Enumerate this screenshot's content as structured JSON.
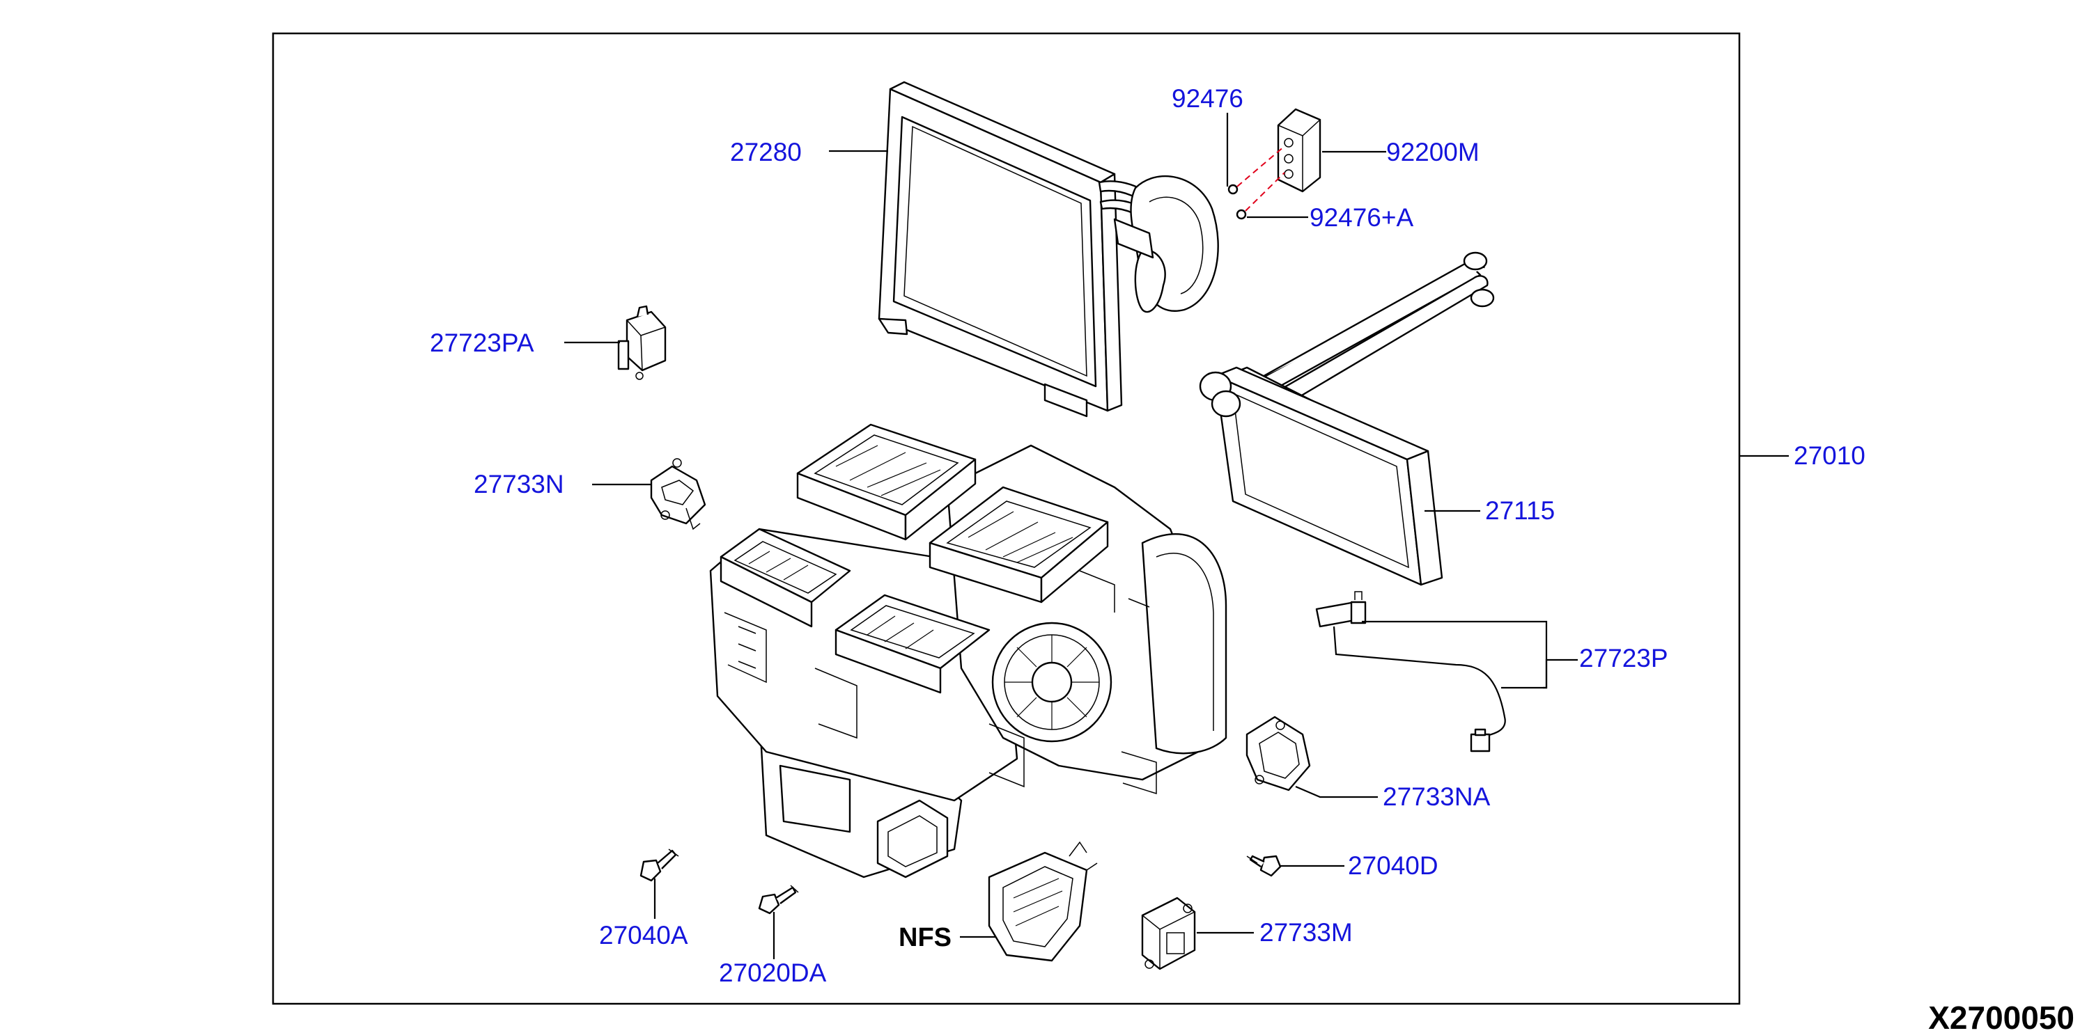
{
  "diagram": {
    "drawing_code": "X2700050",
    "parts": [
      {
        "key": "p27280",
        "label": "27280",
        "component": "evaporator-core"
      },
      {
        "key": "p92476",
        "label": "92476",
        "component": "o-ring"
      },
      {
        "key": "p92200M",
        "label": "92200M",
        "component": "expansion-valve"
      },
      {
        "key": "p92476A",
        "label": "92476+A",
        "component": "o-ring"
      },
      {
        "key": "p27723PA",
        "label": "27723PA",
        "component": "sensor"
      },
      {
        "key": "p27733N",
        "label": "27733N",
        "component": "actuator"
      },
      {
        "key": "p27010",
        "label": "27010",
        "component": "heater-blower-unit-assembly"
      },
      {
        "key": "p27115",
        "label": "27115",
        "component": "heater-core"
      },
      {
        "key": "p27723P",
        "label": "27723P",
        "component": "sensor-harness"
      },
      {
        "key": "p27733NA",
        "label": "27733NA",
        "component": "actuator"
      },
      {
        "key": "p27040D",
        "label": "27040D",
        "component": "screw"
      },
      {
        "key": "p27733M",
        "label": "27733M",
        "component": "actuator"
      },
      {
        "key": "pNFS",
        "label": "NFS",
        "component": "duct-not-for-sale"
      },
      {
        "key": "p27040A",
        "label": "27040A",
        "component": "screw"
      },
      {
        "key": "p27020DA",
        "label": "27020DA",
        "component": "screw"
      }
    ],
    "colors": {
      "label_blue": "#1414dc",
      "callout_red": "#e0001a",
      "line": "#000000"
    }
  }
}
